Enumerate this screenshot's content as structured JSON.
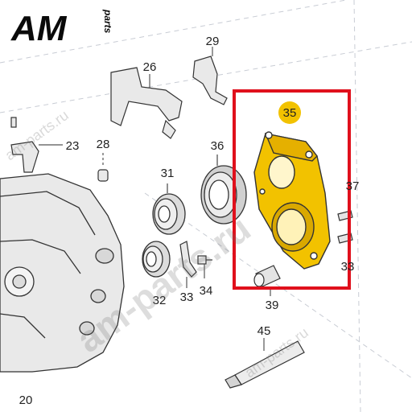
{
  "brand": {
    "logo_letters": "AM",
    "logo_suffix": "parts"
  },
  "colors": {
    "highlight_frame": "#e0101c",
    "highlight_part": "#f2c200",
    "line": "#333333",
    "part_fill": "#e9e9e9",
    "badge": "#f2c200"
  },
  "callouts": {
    "p20": "20",
    "p23": "23",
    "p26": "26",
    "p28": "28",
    "p29": "29",
    "p31": "31",
    "p32": "32",
    "p33": "33",
    "p33b": "33",
    "p34": "34",
    "p35": "35",
    "p36": "36",
    "p37": "37",
    "p39": "39",
    "p45": "45"
  },
  "watermarks": {
    "large": "am-parts.ru",
    "small": "am-parts.ru"
  }
}
